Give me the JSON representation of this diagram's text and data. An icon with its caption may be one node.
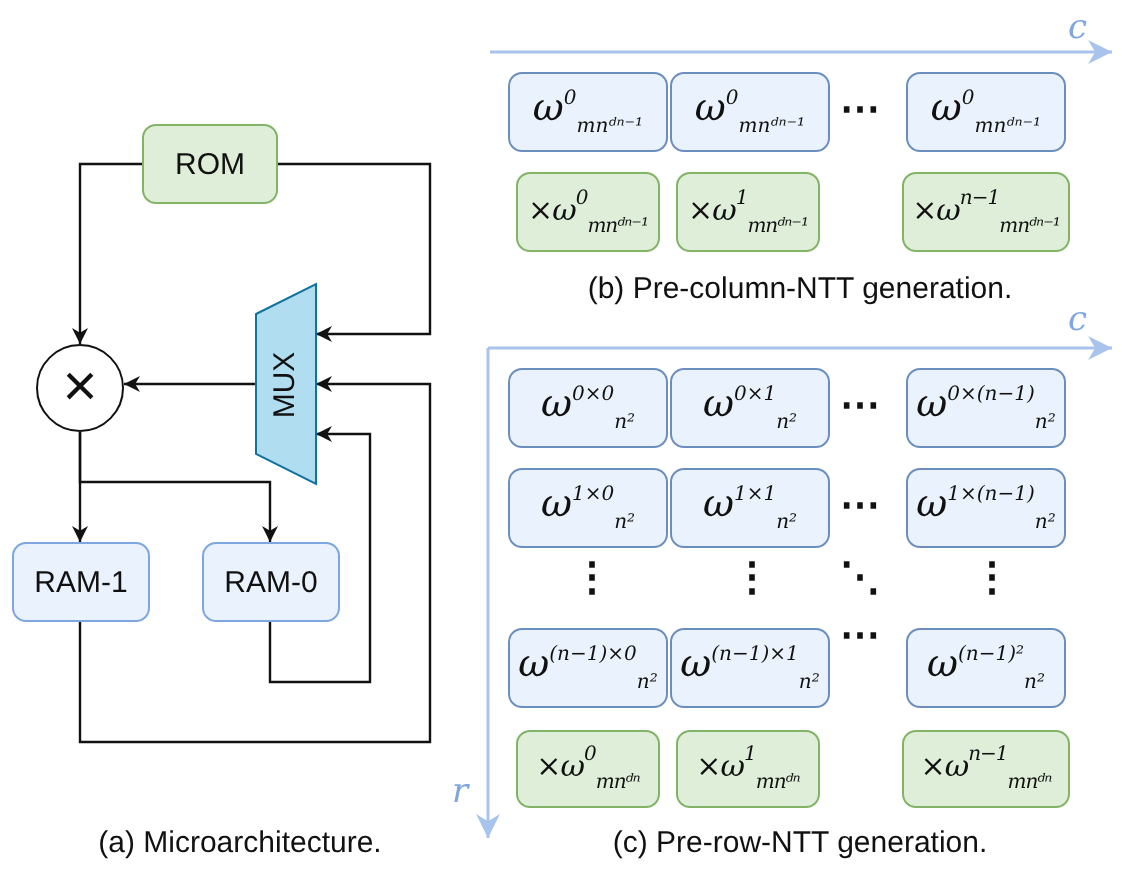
{
  "diagram": {
    "nodes": [
      {
        "text": [
          "ROM"
        ]
      },
      {
        "text": [
          "×"
        ]
      },
      {
        "text": [
          "MUX"
        ]
      },
      {
        "text": [
          "RAM-1"
        ]
      },
      {
        "text": [
          "RAM-0"
        ]
      },
      {
        "text": [
          "ω$^{0}$$_{mnᵈⁿ⁻¹}$"
        ]
      },
      {
        "text": [
          "ω$^{0}$$_{mnᵈⁿ⁻¹}$"
        ]
      },
      {
        "text": [
          "ω$^{0}$$_{mnᵈⁿ⁻¹}$"
        ]
      },
      {
        "text": [
          "×ω$^{0}$$_{mnᵈⁿ⁻¹}$"
        ]
      },
      {
        "text": [
          "×ω$^{1}$$_{mnᵈⁿ⁻¹}$"
        ]
      },
      {
        "text": [
          "×ω$^{n−1}$$_{mnᵈⁿ⁻¹}$"
        ]
      },
      {
        "text": [
          "ω$^{0×0}$$_{n²}$"
        ]
      },
      {
        "text": [
          "ω$^{0×1}$$_{n²}$"
        ]
      },
      {
        "text": [
          "ω$^{0×(n−1)}$$_{n²}$"
        ]
      },
      {
        "text": [
          "ω$^{1×0}$$_{n²}$"
        ]
      },
      {
        "text": [
          "ω$^{1×1}$$_{n²}$"
        ]
      },
      {
        "text": [
          "ω$^{1×(n−1)}$$_{n²}$"
        ]
      },
      {
        "text": [
          "ω$^{(n−1)×0}$$_{n²}$"
        ]
      },
      {
        "text": [
          "ω$^{(n−1)×1}$$_{n²}$"
        ]
      },
      {
        "text": [
          "ω$^{(n−1)²}$$_{n²}$"
        ]
      },
      {
        "text": [
          "×ω$^{0}$$_{mnᵈⁿ}$"
        ]
      },
      {
        "text": [
          "×ω$^{1}$$_{mnᵈⁿ}$"
        ]
      },
      {
        "text": [
          "×ω$^{n−1}$$_{mnᵈⁿ}$"
        ]
      }
    ],
    "edges": [
      {
        "from": 0,
        "to": 1,
        "arrow": "to"
      },
      {
        "from": 0,
        "to": 2,
        "arrow": "to"
      },
      {
        "from": 2,
        "to": 1,
        "arrow": "to"
      },
      {
        "from": 1,
        "to": 3,
        "arrow": "to"
      },
      {
        "from": 1,
        "to": 4,
        "arrow": "to"
      },
      {
        "from": 3,
        "to": 2,
        "arrow": "to"
      },
      {
        "from": 4,
        "to": 2,
        "arrow": "to"
      }
    ],
    "labels": [
      "c",
      "⋯",
      "(b) Pre-column-NTT generation.",
      "c",
      "⋯",
      "⋯",
      "⋮",
      "⋮",
      "⋱",
      "⋮",
      "⋯",
      "r",
      "(a) Microarchitecture.",
      "(c) Pre-row-NTT generation."
    ]
  }
}
